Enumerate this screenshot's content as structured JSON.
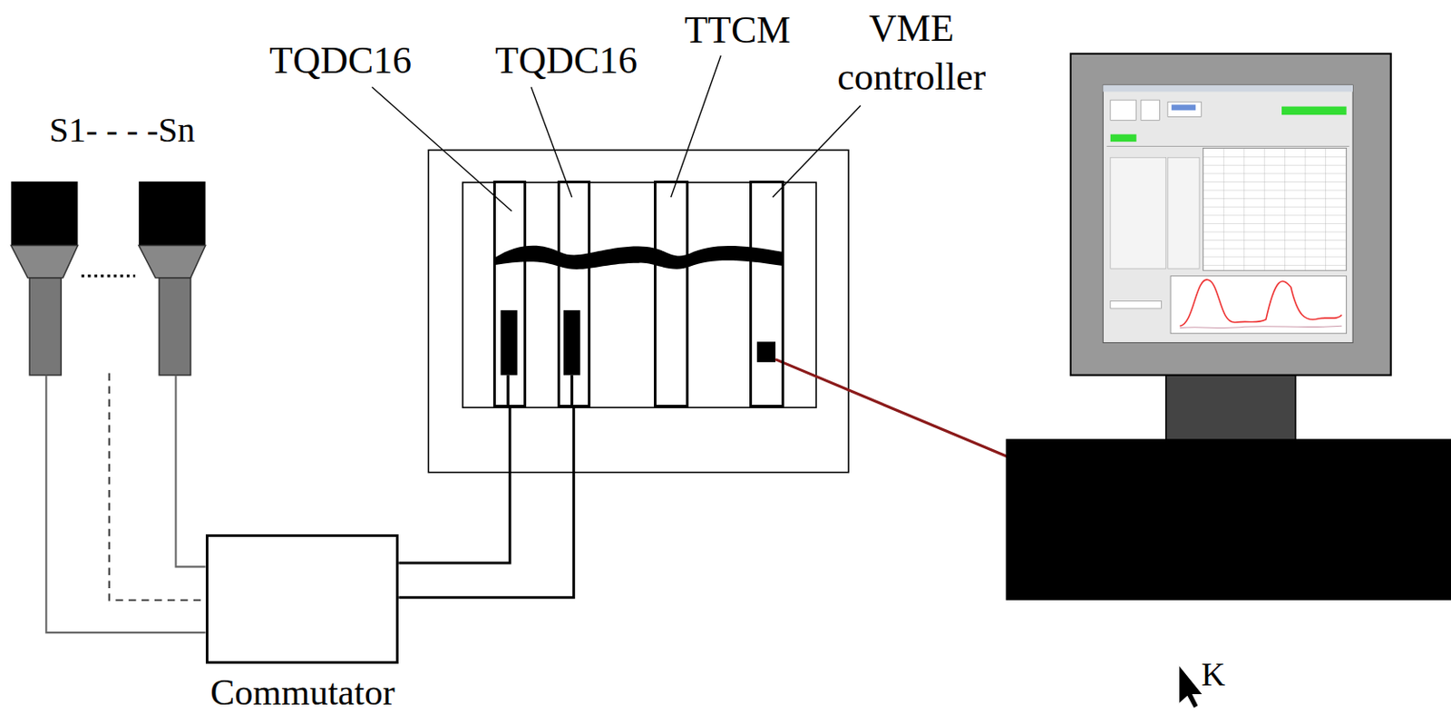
{
  "diagram": {
    "nodes": [
      {
        "text": [
          "TQDC16"
        ]
      },
      {
        "text": [
          "TQDC16"
        ]
      },
      {
        "text": [
          "TTCM"
        ]
      },
      {
        "text": [
          "VME controller"
        ]
      },
      {
        "text": [
          "Commutator"
        ]
      }
    ],
    "edges": [
      {
        "from": 4,
        "to": 0,
        "arrow": "none"
      },
      {
        "from": 4,
        "to": 1,
        "arrow": "none"
      }
    ],
    "labels": [
      "S1- - - -Sn",
      "K"
    ]
  }
}
